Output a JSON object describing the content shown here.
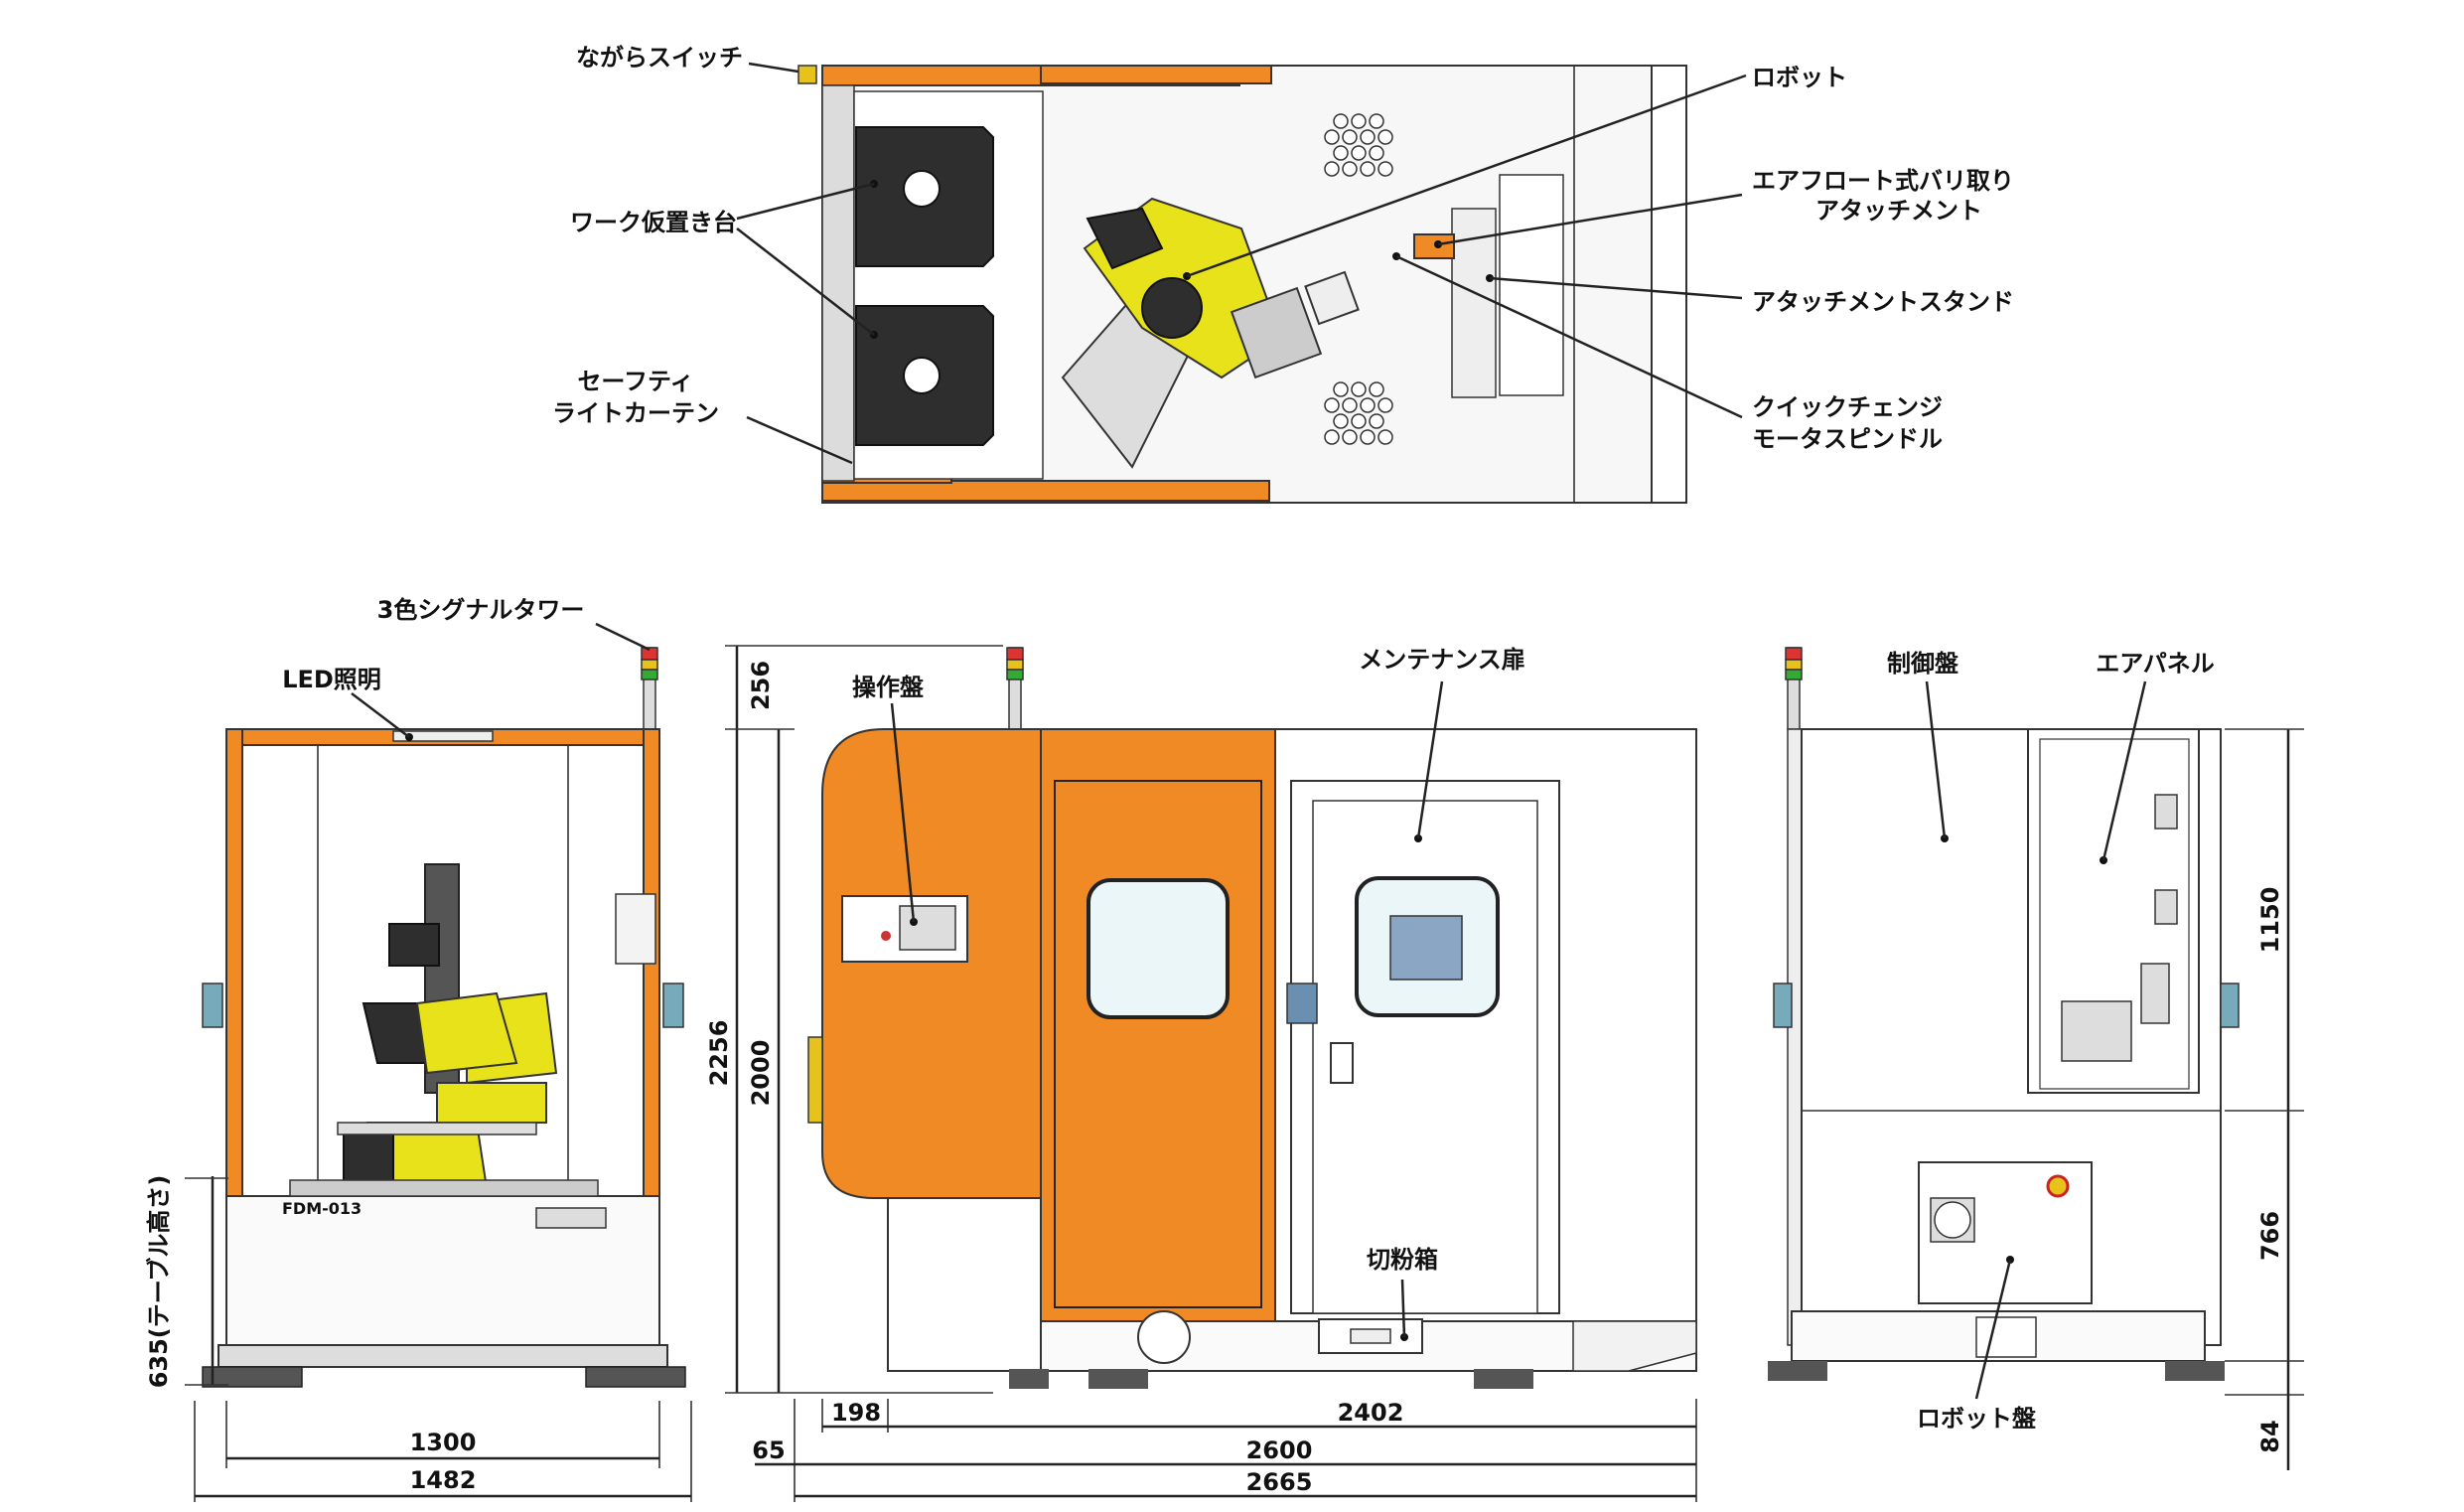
{
  "labels": {
    "nagara_switch": "ながらスイッチ",
    "robot": "ロボット",
    "work_stand": "ワーク仮置き台",
    "float_deburr_line1": "エアフロート式バリ取り",
    "float_deburr_line2": "アタッチメント",
    "attach_stand": "アタッチメントスタンド",
    "safety_line1": "セーフティ",
    "safety_line2": "ライトカーテン",
    "spindle_line1": "クイックチェンジ",
    "spindle_line2": "モータスピンドル",
    "signal_tower": "3色シグナルタワー",
    "led": "LED照明",
    "ops_panel": "操作盤",
    "maint_door": "メンテナンス扉",
    "chip_box": "切粉箱",
    "control_panel": "制御盤",
    "air_panel": "エアパネル",
    "robot_panel": "ロボット盤",
    "model": "FDM-013"
  },
  "dimensions": {
    "table_height": "635(テーブル高さ)",
    "width_1300": "1300",
    "width_1482": "1482",
    "d_256": "256",
    "d_2256": "2256",
    "d_2000": "2000",
    "d_198": "198",
    "d_2402": "2402",
    "d_65": "65",
    "d_2600": "2600",
    "d_2665": "2665",
    "d_1150": "1150",
    "d_766": "766",
    "d_84": "84"
  },
  "colors": {
    "frame_orange": "#f08a24",
    "robot_yellow": "#e8e21a",
    "line": "#222222"
  }
}
